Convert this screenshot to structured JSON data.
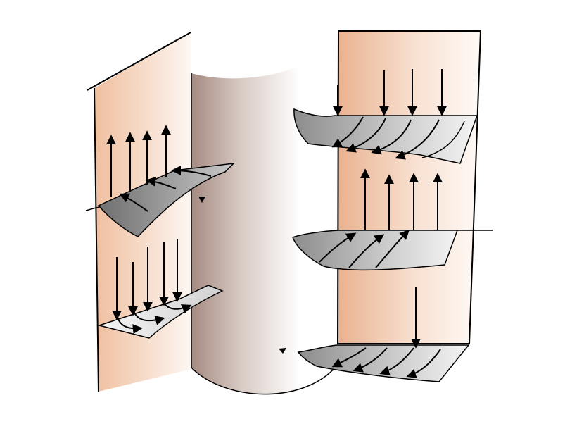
{
  "diagram": {
    "labels": [],
    "colors": {
      "background": "#ffffff",
      "panel_light": "#fbf3ee",
      "panel_tint": "#efbf9e",
      "cylinder_dark": "#a58b82",
      "cylinder_light": "#ffffff",
      "sheet_dark": "#7a7a7a",
      "sheet_mid": "#bdbdbd",
      "sheet_light": "#f2f2f2",
      "stroke": "#000000"
    },
    "flow_directions": {
      "left_panel_upper": "up",
      "left_panel_lower": "down",
      "right_panel_top": "down",
      "right_panel_middle": "up",
      "right_panel_bottom": "down"
    }
  }
}
